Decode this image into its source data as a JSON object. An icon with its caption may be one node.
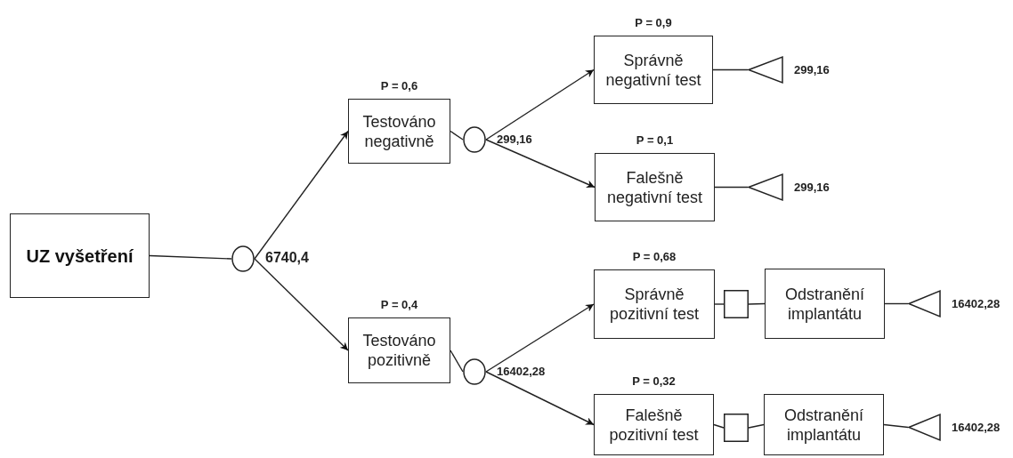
{
  "diagram": {
    "nodes": [
      {
        "text": [
          "UZ vyšetření"
        ]
      },
      {
        "text": [],
        "shape": "circle",
        "beside": [
          "6740,4"
        ]
      },
      {
        "text": [
          "Testováno negativně"
        ],
        "beside": [
          "P = 0,6"
        ]
      },
      {
        "text": [
          "Testováno pozitivně"
        ],
        "beside": [
          "P = 0,4"
        ]
      },
      {
        "text": [],
        "shape": "circle",
        "beside": [
          "299,16"
        ]
      },
      {
        "text": [],
        "shape": "circle",
        "beside": [
          "16402,28"
        ]
      },
      {
        "text": [
          "Správně negativní test"
        ],
        "beside": [
          "P = 0,9"
        ]
      },
      {
        "text": [
          "Falešně negativní test"
        ],
        "beside": [
          "P = 0,1"
        ]
      },
      {
        "text": [],
        "shape": "triangle",
        "beside": [
          "299,16"
        ]
      },
      {
        "text": [],
        "shape": "triangle",
        "beside": [
          "299,16"
        ]
      },
      {
        "text": [
          "Správně pozitivní test"
        ],
        "beside": [
          "P = 0,68"
        ]
      },
      {
        "text": [],
        "shape": "box"
      },
      {
        "text": [
          "Odstranění implantátu"
        ]
      },
      {
        "text": [],
        "shape": "triangle",
        "beside": [
          "16402,28"
        ]
      },
      {
        "text": [
          "Falešně pozitivní test"
        ],
        "beside": [
          "P = 0,32"
        ]
      },
      {
        "text": [],
        "shape": "box"
      },
      {
        "text": [
          "Odstranění implantátu"
        ]
      },
      {
        "text": [],
        "shape": "triangle",
        "beside": [
          "16402,28"
        ]
      }
    ],
    "edges": [
      {
        "from": 0,
        "to": 1,
        "arrow": "none"
      },
      {
        "from": 1,
        "to": 2,
        "arrow": "to"
      },
      {
        "from": 1,
        "to": 3,
        "arrow": "to"
      },
      {
        "from": 2,
        "to": 4,
        "arrow": "none"
      },
      {
        "from": 3,
        "to": 5,
        "arrow": "none"
      },
      {
        "from": 4,
        "to": 6,
        "arrow": "to"
      },
      {
        "from": 4,
        "to": 7,
        "arrow": "to"
      },
      {
        "from": 6,
        "to": 8,
        "arrow": "none"
      },
      {
        "from": 7,
        "to": 9,
        "arrow": "none"
      },
      {
        "from": 5,
        "to": 10,
        "arrow": "to"
      },
      {
        "from": 5,
        "to": 14,
        "arrow": "to"
      },
      {
        "from": 10,
        "to": 11,
        "arrow": "none"
      },
      {
        "from": 11,
        "to": 12,
        "arrow": "none"
      },
      {
        "from": 12,
        "to": 13,
        "arrow": "none"
      },
      {
        "from": 14,
        "to": 15,
        "arrow": "none"
      },
      {
        "from": 15,
        "to": 16,
        "arrow": "none"
      },
      {
        "from": 16,
        "to": 17,
        "arrow": "none"
      }
    ]
  }
}
